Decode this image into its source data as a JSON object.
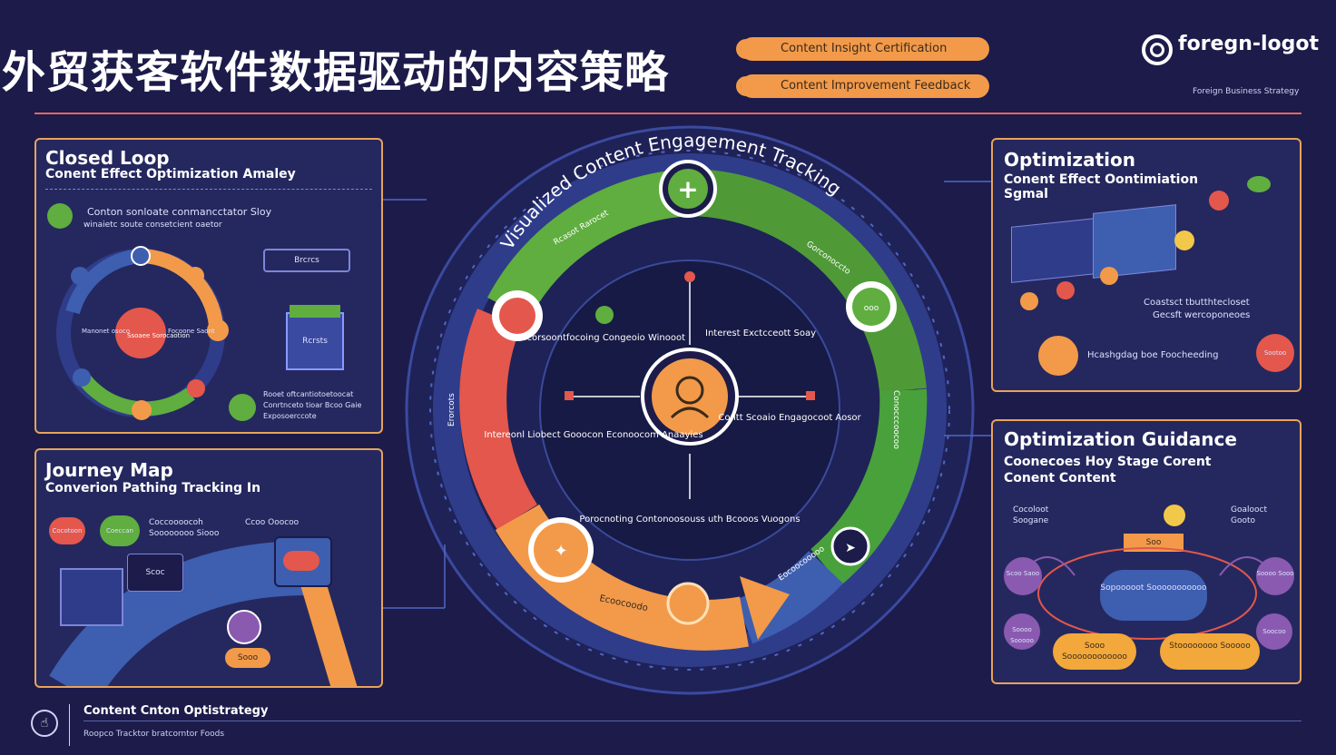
{
  "header": {
    "title": "外贸获客软件数据驱动的内容策略",
    "pill1": "Content Insight Certification",
    "pill2": "Content Improvement Feedback",
    "logo": "foregn-logot",
    "tagline": "Foreign Business Strategy"
  },
  "panels": {
    "closed_loop": {
      "title": "Closed Loop",
      "subtitle": "Conent Effect Optimization Amaley",
      "note1": "Conton sonloate conmancctator Sloy",
      "note2": "winaietc soute consetcient oaetor",
      "center_label": "Ssoaee Sorocaotion",
      "left_label": "Manonet osoco",
      "right_label": "Focoone Saont",
      "box_label": "Brcrcs",
      "report_label": "Rcrsts",
      "foot_note": "Rooet oftcantiotoetoocat Conrtnceto tioar Bcoo Gaie Exposoerccote"
    },
    "journey": {
      "title": "Journey Map",
      "subtitle": "Converion Pathing Tracking In",
      "chip1": "Cocotoon",
      "chip2": "Coeccan",
      "label1": "Coccoooocoh",
      "label2": "Soooooooo Siooo",
      "label3": "Ccoo Ooocoo",
      "monitor_label": "Scoc",
      "bottom_label": "Sooo"
    },
    "optimization": {
      "title": "Optimization",
      "subtitle": "Conent Effect Oontimiation Sgmal",
      "note1": "Coastsct tbutthtecloset",
      "note2": "Gecsft wercoponeoes",
      "feedback": "Hcashgdag boe Foocheeding",
      "btn_label": "Sootoo"
    },
    "guidance": {
      "title": "Optimization Guidance",
      "subtitle": "Coonecoes Hoy Stage Corent Conent Content",
      "left_top": "Cocoloot Soogane",
      "right_top": "Goalooct Gooto",
      "badge": "Soo",
      "cloud": "Sopooooot Sooooooooooo",
      "node1": "Scoo Saoo",
      "node2": "Soooo Sooo",
      "node3": "Soooo Sooooo",
      "node4": "Soocoo",
      "bubble1": "Sooo Soooooooooooo",
      "bubble2": "Stoooooooo Sooooo"
    }
  },
  "center": {
    "ring_title": "Visualized Content Engagement Tracking",
    "seg_green_left": "Rcasot Rarocet",
    "seg_green_right": "Gorconoccto",
    "seg_red": "Erorcots",
    "seg_right": "Conocccoocoo",
    "seg_bottom": "Ecoocoodo",
    "seg_blue": "Eocoocooooo",
    "label_top_left": "Escorsoontfocoing Congeoio Winooot",
    "label_top_right": "Interest Exctcceott Soay",
    "label_left": "Intereonl Liobect Gooocon Econoocom Anaayies",
    "label_right": "Contt Scoaio Engagocoot Aosor",
    "label_bottom": "Porocnoting Contonoosouss uth Bcooos Vuogons"
  },
  "footer": {
    "title": "Content Cnton Optistrategy",
    "sub": "Roopco Tracktor bratcorntor Foods"
  },
  "colors": {
    "background": "#1c1b4a",
    "accent": "#f29a4a",
    "green": "#5fae3f",
    "red": "#e4574c",
    "blue": "#3e5eb0",
    "line": "#e4685c"
  }
}
